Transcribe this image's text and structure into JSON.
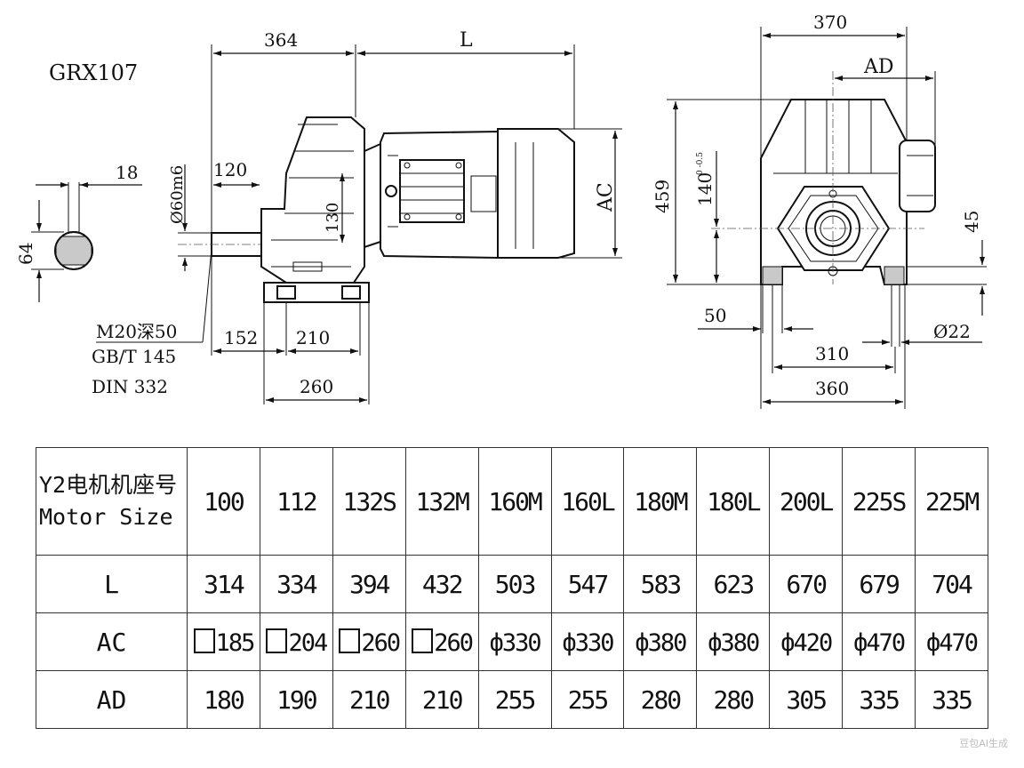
{
  "drawing": {
    "model": "GRX107",
    "shaft_note_lines": [
      "M20深50",
      "GB/T 145",
      "DIN 332"
    ],
    "side_view_dims": {
      "d364": "364",
      "dL": "L",
      "dAC": "AC",
      "d120": "120",
      "d130": "130",
      "d60": "Ø60m6",
      "d152": "152",
      "d210": "210",
      "d260": "260"
    },
    "key_dims": {
      "d18": "18",
      "d64": "64"
    },
    "end_view_dims": {
      "d370": "370",
      "dAD": "AD",
      "d459": "459",
      "d140": "140",
      "d140_tol": "0\n-0.5",
      "d45": "45",
      "d50": "50",
      "d310": "310",
      "d360": "360",
      "d22": "Ø22"
    }
  },
  "table": {
    "corner": [
      "Y2电机机座号",
      "Motor Size"
    ],
    "motor_sizes": [
      "100",
      "112",
      "132S",
      "132M",
      "160M",
      "160L",
      "180M",
      "180L",
      "200L",
      "225S",
      "225M"
    ],
    "rows": {
      "L": {
        "label": "L",
        "values": [
          "314",
          "334",
          "394",
          "432",
          "503",
          "547",
          "583",
          "623",
          "670",
          "679",
          "704"
        ]
      },
      "AC": {
        "label": "AC",
        "values": [
          {
            "shape": "square",
            "value": "185"
          },
          {
            "shape": "square",
            "value": "204"
          },
          {
            "shape": "square",
            "value": "260"
          },
          {
            "shape": "square",
            "value": "260"
          },
          {
            "shape": "round",
            "symbol": "ф",
            "value": "330"
          },
          {
            "shape": "round",
            "symbol": "ф",
            "value": "330"
          },
          {
            "shape": "round",
            "symbol": "ф",
            "value": "380"
          },
          {
            "shape": "round",
            "symbol": "ф",
            "value": "380"
          },
          {
            "shape": "round",
            "symbol": "ф",
            "value": "420"
          },
          {
            "shape": "round",
            "symbol": "ф",
            "value": "470"
          },
          {
            "shape": "round",
            "symbol": "ф",
            "value": "470"
          }
        ]
      },
      "AD": {
        "label": "AD",
        "values": [
          "180",
          "190",
          "210",
          "210",
          "255",
          "255",
          "280",
          "280",
          "305",
          "335",
          "335"
        ]
      }
    }
  },
  "watermark": "豆包AI生成"
}
